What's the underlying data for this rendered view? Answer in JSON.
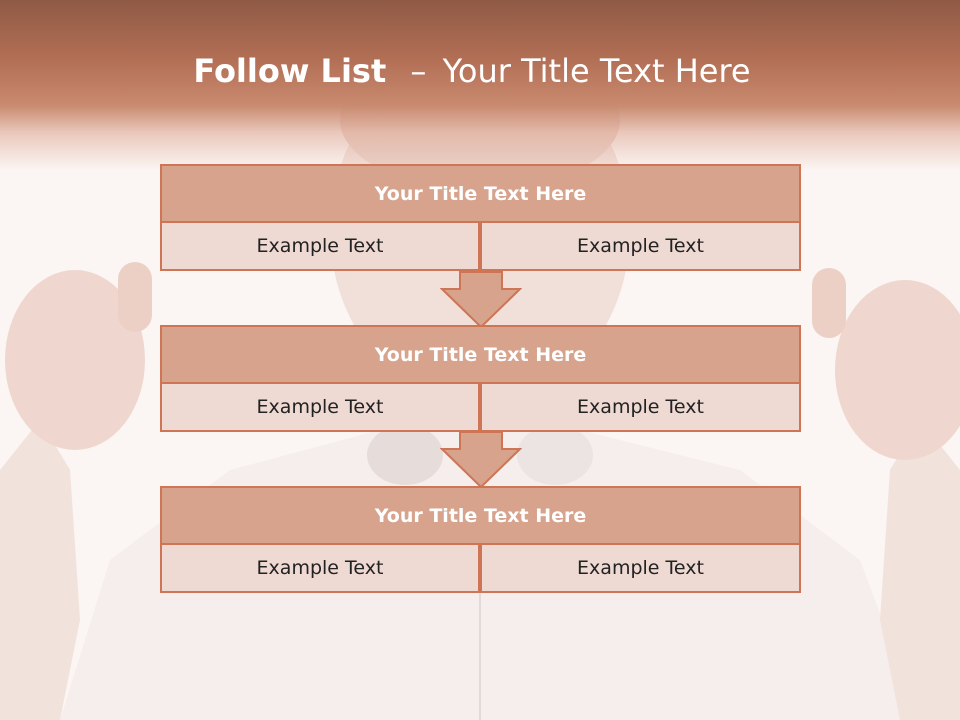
{
  "slide": {
    "title_bold": "Follow List",
    "title_dash": "–",
    "title_rest": "Your Title Text Here"
  },
  "blocks": [
    {
      "title": "Your Title Text Here",
      "left": "Example Text",
      "right": "Example Text"
    },
    {
      "title": "Your Title Text Here",
      "left": "Example Text",
      "right": "Example Text"
    },
    {
      "title": "Your Title Text Here",
      "left": "Example Text",
      "right": "Example Text"
    }
  ],
  "colors": {
    "accent": "#cd7554",
    "header_fill": "#d7a38c",
    "cell_fill": "#eed9d3",
    "title_band": "#b26f55"
  }
}
